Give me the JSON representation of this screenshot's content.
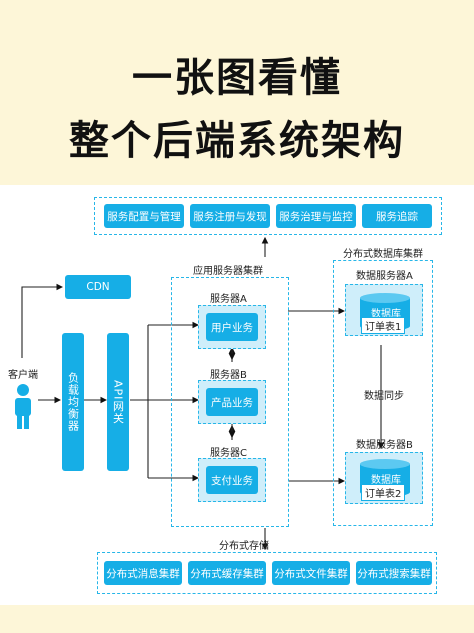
{
  "title": {
    "line1": "一张图看懂",
    "line2": "整个后端系统架构"
  },
  "top_services": [
    "服务配置与管理",
    "服务注册与发现",
    "服务治理与监控",
    "服务追踪"
  ],
  "cdn": "CDN",
  "client": "客户端",
  "load_balancer": "负载均衡器",
  "api_gateway": "API网关",
  "app_cluster": {
    "label": "应用服务器集群",
    "servers": [
      {
        "name": "服务器A",
        "service": "用户业务"
      },
      {
        "name": "服务器B",
        "service": "产品业务"
      },
      {
        "name": "服务器C",
        "service": "支付业务"
      }
    ]
  },
  "db_cluster": {
    "label": "分布式数据库集群",
    "servers": [
      {
        "name": "数据服务器A",
        "db": "数据库",
        "table": "订单表1"
      },
      {
        "name": "数据服务器B",
        "db": "数据库",
        "table": "订单表2"
      }
    ],
    "sync": "数据同步"
  },
  "storage": {
    "label": "分布式存储",
    "items": [
      "分布式消息集群",
      "分布式缓存集群",
      "分布式文件集群",
      "分布式搜索集群"
    ]
  },
  "colors": {
    "accent": "#16aee6",
    "light": "#cfeefa",
    "dashed": "#27b6e8",
    "header_bg": "#fdf6d8"
  }
}
